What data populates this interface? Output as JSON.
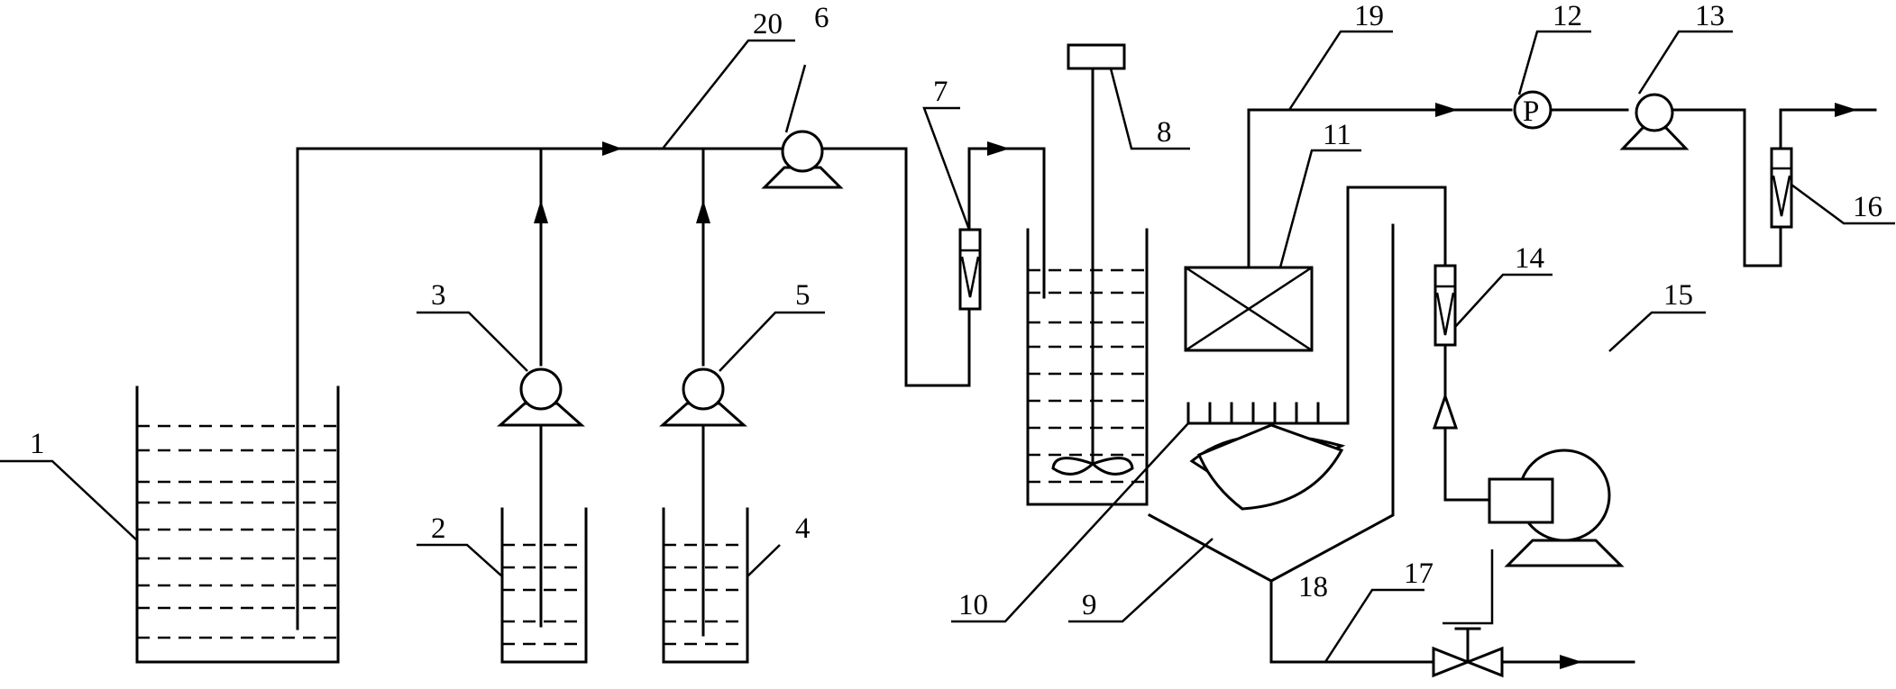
{
  "labels": {
    "l1": "1",
    "l2": "2",
    "l3": "3",
    "l4": "4",
    "l5": "5",
    "l6": "6",
    "l7": "7",
    "l8": "8",
    "l9": "9",
    "l10": "10",
    "l11": "11",
    "l12": "12",
    "l13": "13",
    "l14": "14",
    "l15": "15",
    "l16": "16",
    "l17": "17",
    "l18": "18",
    "l19": "19",
    "l20": "20"
  },
  "symbols": {
    "pressure_gauge": "P"
  }
}
